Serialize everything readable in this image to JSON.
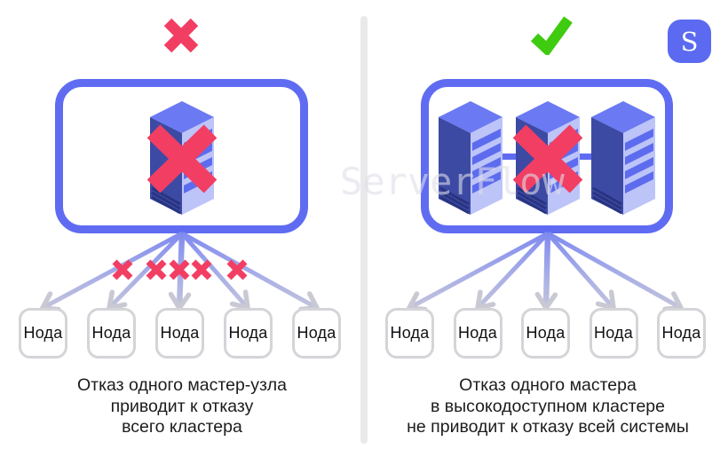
{
  "watermark": "ServerFlow",
  "logo": {
    "letter": "S"
  },
  "colors": {
    "accent_blue": "#5f6cf2",
    "error_red": "#f23e63",
    "success_green": "#3ecb10",
    "node_border": "#d4d4d9",
    "divider_gray": "#e9e9ec",
    "arrow_top": "#7e89f0",
    "arrow_bottom": "#c9c9d8",
    "server_top_face": "#6b79f3",
    "server_front_face": "#3d4aa4",
    "server_side_face": "#bcc4f8"
  },
  "left_panel": {
    "verdict_icon": "red-cross",
    "master_count": 1,
    "failed_link_count": 5,
    "nodes": [
      "Нода",
      "Нода",
      "Нода",
      "Нода",
      "Нода"
    ],
    "caption_lines": [
      "Отказ одного мастер-узла",
      "приводит к отказу",
      "всего кластера"
    ]
  },
  "right_panel": {
    "verdict_icon": "green-check",
    "master_count": 3,
    "failed_link_count": 0,
    "nodes": [
      "Нода",
      "Нода",
      "Нода",
      "Нода",
      "Нода"
    ],
    "caption_lines": [
      "Отказ одного мастера",
      "в высокодоступном кластере",
      "не приводит к отказу всей системы"
    ]
  }
}
